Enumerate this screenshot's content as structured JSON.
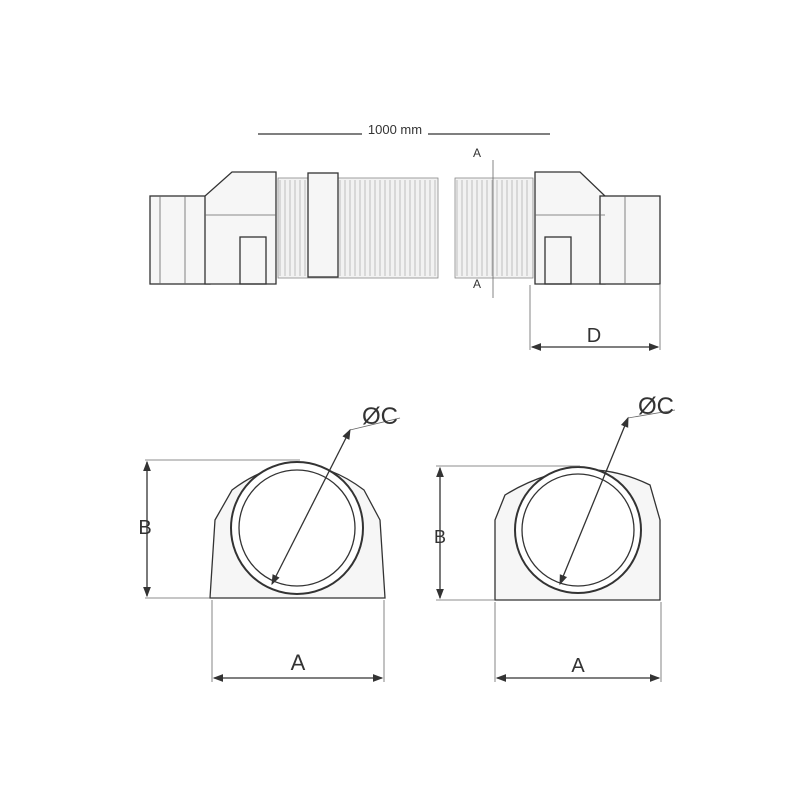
{
  "top_view": {
    "length_label": "1000 mm",
    "section_label_top": "A",
    "section_label_bottom": "A",
    "dimension_d": "D"
  },
  "front_view_left": {
    "diameter_label": "ØC",
    "height_label": "B",
    "width_label": "A"
  },
  "front_view_right": {
    "diameter_label": "ØC",
    "height_label": "B",
    "width_label": "A"
  }
}
